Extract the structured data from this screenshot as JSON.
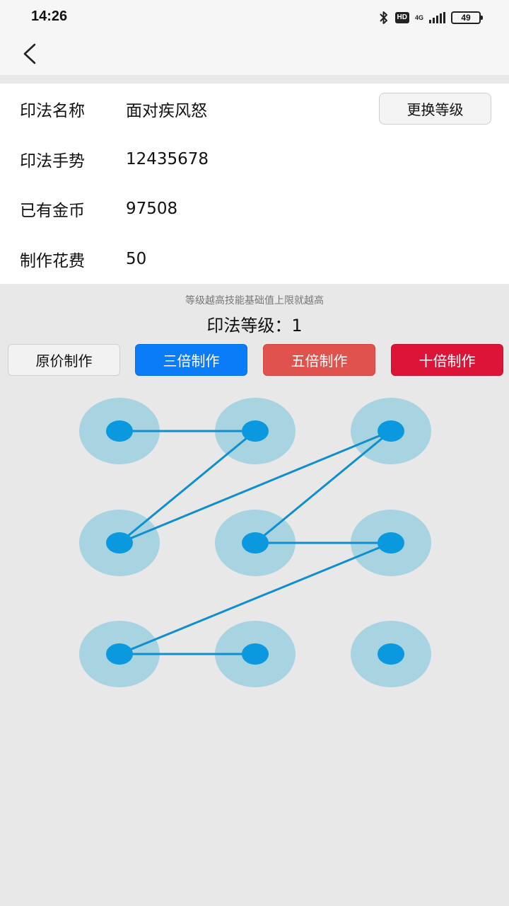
{
  "status_bar": {
    "time": "14:26",
    "icons": [
      "bluetooth-icon",
      "hd-icon",
      "signal-4g-icon",
      "battery-icon"
    ],
    "hd_label": "HD",
    "network_label": "4G",
    "battery_level": "49"
  },
  "nav": {
    "back_icon": "chevron-left-icon"
  },
  "info": {
    "rows": [
      {
        "label": "印法名称",
        "value": "面对疾风怒"
      },
      {
        "label": "印法手势",
        "value": "12435678"
      },
      {
        "label": "已有金币",
        "value": "97508"
      },
      {
        "label": "制作花费",
        "value": "50"
      }
    ],
    "change_level_label": "更换等级"
  },
  "level": {
    "hint": "等级越高技能基础值上限就越高",
    "label": "印法等级：",
    "value": "1"
  },
  "craft_buttons": [
    {
      "label": "原价制作",
      "color": "#f2f2f2"
    },
    {
      "label": "三倍制作",
      "color": "#0a7cf7"
    },
    {
      "label": "五倍制作",
      "color": "#e0524d"
    },
    {
      "label": "十倍制作",
      "color": "#dc1538"
    }
  ],
  "gesture": {
    "sequence": [
      1,
      2,
      4,
      3,
      5,
      6,
      7,
      8
    ],
    "node_ring_color": "#a8d3e0",
    "node_dot_color": "#0a98de",
    "line_color": "#0f8fd0"
  }
}
